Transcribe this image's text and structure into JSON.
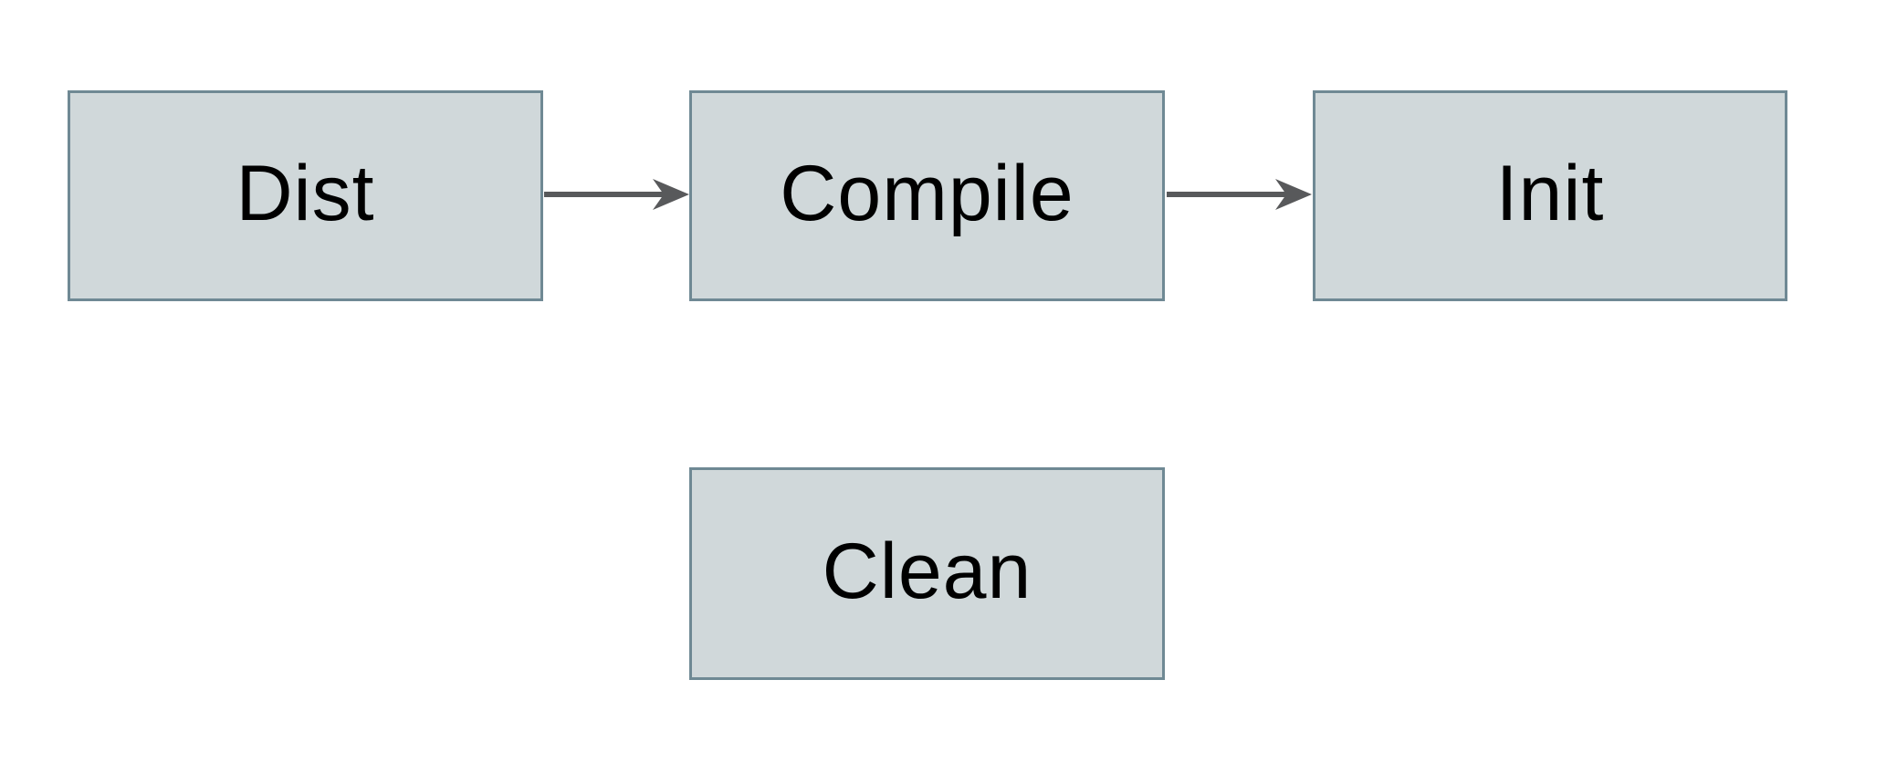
{
  "diagram": {
    "type": "flowchart",
    "background_color": "#ffffff",
    "node_fill_color": "#d0d8da",
    "node_border_color": "#6f8994",
    "arrow_color": "#58595b",
    "text_color": "#000000",
    "nodes": [
      {
        "id": "dist",
        "label": "Dist"
      },
      {
        "id": "compile",
        "label": "Compile"
      },
      {
        "id": "init",
        "label": "Init"
      },
      {
        "id": "clean",
        "label": "Clean"
      }
    ],
    "edges": [
      {
        "from": "dist",
        "to": "compile",
        "direction": "right"
      },
      {
        "from": "compile",
        "to": "init",
        "direction": "right"
      }
    ]
  }
}
